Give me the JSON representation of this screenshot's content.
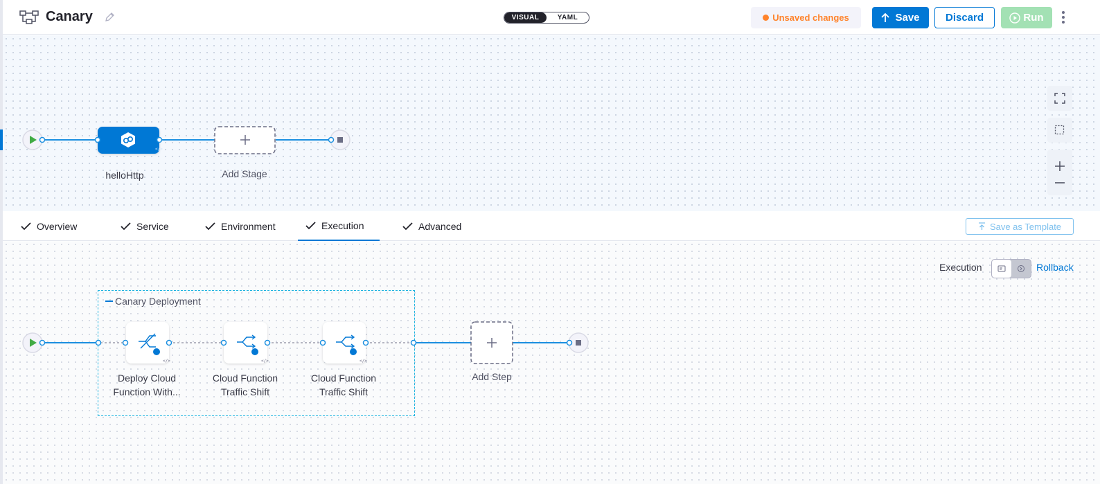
{
  "header": {
    "title": "Canary",
    "toggle": {
      "visual": "VISUAL",
      "yaml": "YAML"
    },
    "unsaved": "Unsaved changes",
    "save": "Save",
    "discard": "Discard",
    "run": "Run"
  },
  "stages": {
    "stage_name": "helloHttp",
    "add_stage": "Add Stage"
  },
  "tabs": [
    {
      "label": "Overview"
    },
    {
      "label": "Service"
    },
    {
      "label": "Environment"
    },
    {
      "label": "Execution",
      "active": true
    },
    {
      "label": "Advanced"
    }
  ],
  "save_as_template": "Save as Template",
  "execution": {
    "mode_label": "Execution",
    "rollback_label": "Rollback",
    "group_title": "Canary Deployment",
    "steps": [
      {
        "line1": "Deploy Cloud",
        "line2": "Function With..."
      },
      {
        "line1": "Cloud Function",
        "line2": "Traffic Shift"
      },
      {
        "line1": "Cloud Function",
        "line2": "Traffic Shift"
      }
    ],
    "add_step": "Add Step"
  },
  "colors": {
    "accent": "#0278d5",
    "connector": "#1b8fe0",
    "unsaved": "#ff832b",
    "run_disabled": "#a3e1b4",
    "start_green": "#42ab45"
  },
  "icons": [
    "pipeline-icon",
    "edit-icon",
    "upload-icon",
    "play-icon",
    "more-icon",
    "fullscreen-icon",
    "select-icon",
    "zoom-in-icon",
    "zoom-out-icon",
    "check-icon",
    "function-stage-icon",
    "deploy-icon",
    "traffic-shift-icon",
    "plus-icon"
  ]
}
